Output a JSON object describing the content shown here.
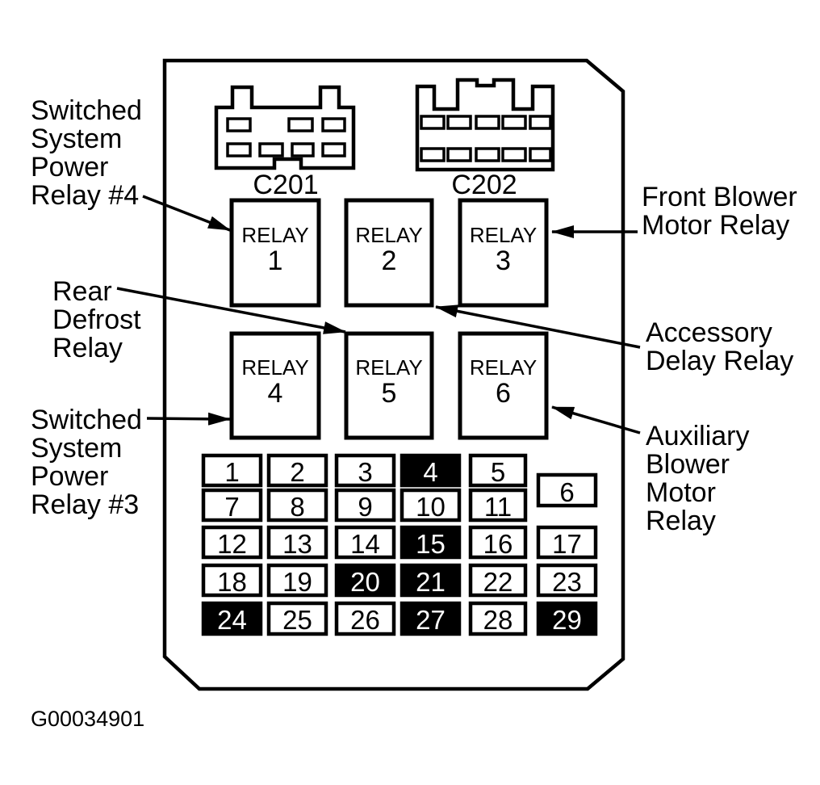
{
  "figure": {
    "id": "G00034901"
  },
  "colors": {
    "ink": "#000000",
    "paper": "#ffffff",
    "fuse_highlight_bg": "#000000",
    "fuse_highlight_text": "#ffffff"
  },
  "connectors": [
    {
      "id": "C201"
    },
    {
      "id": "C202"
    }
  ],
  "relays": [
    {
      "label": "RELAY",
      "number": "1"
    },
    {
      "label": "RELAY",
      "number": "2"
    },
    {
      "label": "RELAY",
      "number": "3"
    },
    {
      "label": "RELAY",
      "number": "4"
    },
    {
      "label": "RELAY",
      "number": "5"
    },
    {
      "label": "RELAY",
      "number": "6"
    }
  ],
  "fuses": [
    {
      "number": "1",
      "filled": false
    },
    {
      "number": "2",
      "filled": false
    },
    {
      "number": "3",
      "filled": false
    },
    {
      "number": "4",
      "filled": true
    },
    {
      "number": "5",
      "filled": false
    },
    {
      "number": "6",
      "filled": false
    },
    {
      "number": "7",
      "filled": false
    },
    {
      "number": "8",
      "filled": false
    },
    {
      "number": "9",
      "filled": false
    },
    {
      "number": "10",
      "filled": false
    },
    {
      "number": "11",
      "filled": false
    },
    {
      "number": "12",
      "filled": false
    },
    {
      "number": "13",
      "filled": false
    },
    {
      "number": "14",
      "filled": false
    },
    {
      "number": "15",
      "filled": true
    },
    {
      "number": "16",
      "filled": false
    },
    {
      "number": "17",
      "filled": false
    },
    {
      "number": "18",
      "filled": false
    },
    {
      "number": "19",
      "filled": false
    },
    {
      "number": "20",
      "filled": true
    },
    {
      "number": "21",
      "filled": true
    },
    {
      "number": "22",
      "filled": false
    },
    {
      "number": "23",
      "filled": false
    },
    {
      "number": "24",
      "filled": true
    },
    {
      "number": "25",
      "filled": false
    },
    {
      "number": "26",
      "filled": false
    },
    {
      "number": "27",
      "filled": true
    },
    {
      "number": "28",
      "filled": false
    },
    {
      "number": "29",
      "filled": true
    }
  ],
  "callouts": {
    "switched_power_4": {
      "lines": [
        "Switched",
        "System",
        "Power",
        "Relay #4"
      ],
      "points_to": "RELAY 1"
    },
    "rear_defrost": {
      "lines": [
        "Rear",
        "Defrost",
        "Relay"
      ],
      "points_to": "RELAY 5"
    },
    "switched_power_3": {
      "lines": [
        "Switched",
        "System",
        "Power",
        "Relay #3"
      ],
      "points_to": "RELAY 4"
    },
    "front_blower": {
      "lines": [
        "Front Blower",
        "Motor Relay"
      ],
      "points_to": "RELAY 3"
    },
    "accessory_delay": {
      "lines": [
        "Accessory",
        "Delay Relay"
      ],
      "points_to": "RELAY 2"
    },
    "auxiliary_blower": {
      "lines": [
        "Auxiliary",
        "Blower",
        "Motor",
        "Relay"
      ],
      "points_to": "RELAY 6"
    }
  }
}
